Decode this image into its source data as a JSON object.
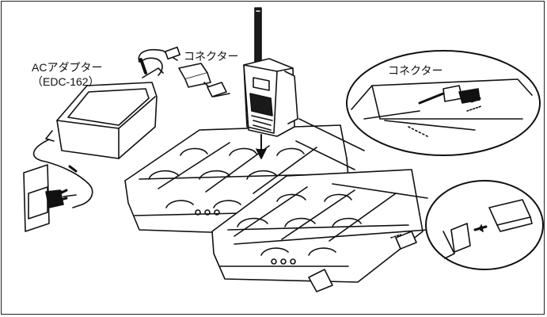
{
  "labels": {
    "ac_adapter": "ACアダプター",
    "ac_adapter_model": "（EDC-162）",
    "connector_main": "コネクター",
    "connector_inset": "コネクター"
  },
  "colors": {
    "line": "#111111",
    "device_fill": "#ffffff",
    "dark_fill": "#1a1a1a",
    "shade": "#9a9a9a"
  },
  "icons": [
    "radio-transceiver",
    "ac-adapter",
    "multi-charger-base",
    "wall-outlet",
    "connector-plug",
    "connector-cap"
  ]
}
